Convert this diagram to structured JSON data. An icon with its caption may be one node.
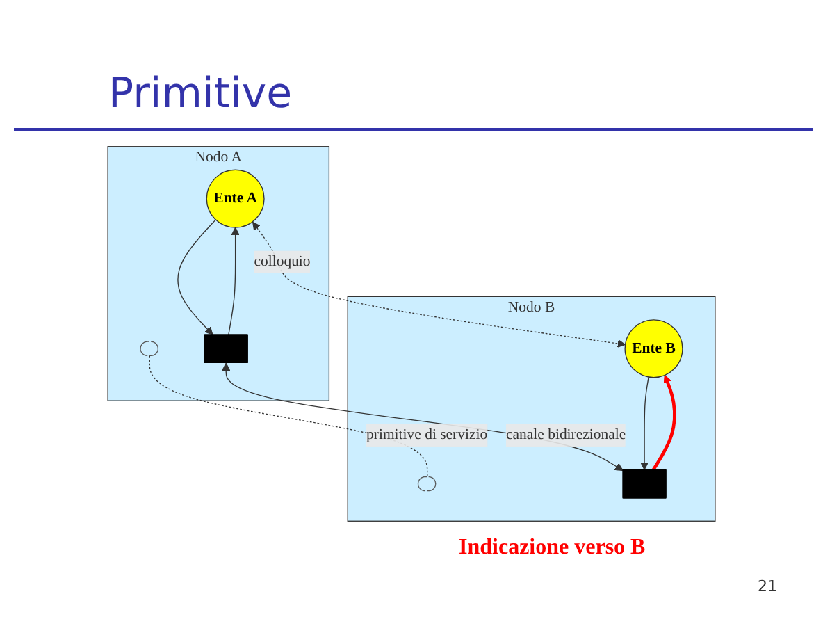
{
  "diagram": {
    "title": "Primitive",
    "caption": "Indicazione verso B",
    "nodes": [
      {
        "text": [
          "Nodo A"
        ]
      },
      {
        "text": [
          "Ente A"
        ],
        "in": 0
      },
      {
        "text": [],
        "shape": "ellipse",
        "in": 0
      },
      {
        "text": [],
        "shape": "bar",
        "in": 0
      },
      {
        "text": [
          "Nodo B"
        ]
      },
      {
        "text": [
          "Ente B"
        ],
        "in": 4
      },
      {
        "text": [],
        "shape": "ellipse",
        "in": 4
      },
      {
        "text": [],
        "shape": "bar",
        "in": 4
      }
    ],
    "edges": [
      {
        "from": 1,
        "to": 5,
        "arrow": "both",
        "style": "dashed",
        "label": "colloquio"
      },
      {
        "from": 1,
        "to": 3,
        "arrow": "to"
      },
      {
        "from": 3,
        "to": 1,
        "arrow": "to"
      },
      {
        "from": 2,
        "to": 6,
        "arrow": "none",
        "style": "dashed",
        "label": "primitive di servizio"
      },
      {
        "from": 3,
        "to": 7,
        "arrow": "both",
        "label": "canale bidirezionale"
      },
      {
        "from": 5,
        "to": 7,
        "arrow": "to"
      },
      {
        "from": 7,
        "to": 5,
        "arrow": "to",
        "style": "thick",
        "color": "#ff0000"
      }
    ],
    "labels": [
      "21"
    ]
  }
}
